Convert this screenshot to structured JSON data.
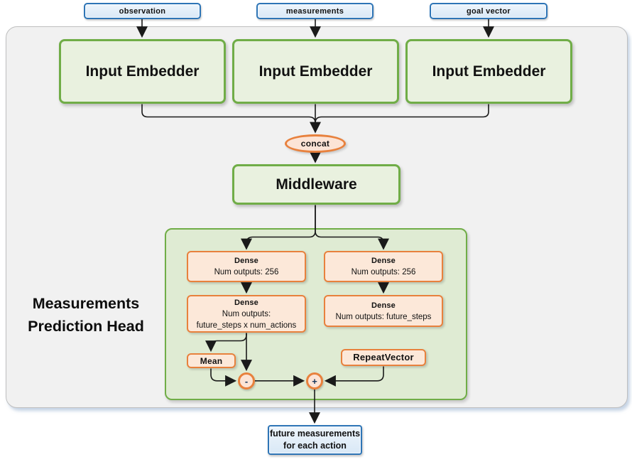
{
  "diagram": {
    "inputs": [
      {
        "label": "observation"
      },
      {
        "label": "measurements"
      },
      {
        "label": "goal vector"
      }
    ],
    "embedders": [
      {
        "label": "Input Embedder"
      },
      {
        "label": "Input Embedder"
      },
      {
        "label": "Input Embedder"
      }
    ],
    "concat": {
      "label": "concat"
    },
    "middleware": {
      "label": "Middleware"
    },
    "head": {
      "title_line1": "Measurements",
      "title_line2": "Prediction Head",
      "dense_action_1": {
        "line1": "Dense",
        "line2": "Num outputs: 256"
      },
      "dense_action_2": {
        "line1": "Dense",
        "line2": "Num outputs:",
        "line3": "future_steps x num_actions"
      },
      "dense_expect_1": {
        "line1": "Dense",
        "line2": "Num outputs: 256"
      },
      "dense_expect_2": {
        "line1": "Dense",
        "line2": "Num outputs: future_steps"
      },
      "mean": {
        "label": "Mean"
      },
      "repeat_vector": {
        "label": "RepeatVector"
      },
      "subtract": {
        "symbol": "-"
      },
      "add": {
        "symbol": "+"
      }
    },
    "output": {
      "line1": "future measurements",
      "line2": "for each action"
    }
  },
  "colors": {
    "blue_border": "#2E75B6",
    "blue_fill": "#DEEBF7",
    "green_border": "#70AD47",
    "green_fill": "#E9F1DF",
    "head_fill": "#DFEBD3",
    "orange_border": "#E8813D",
    "orange_fill": "#FCE8D9",
    "frame_fill": "#F1F1F1",
    "frame_border": "#BFBFBF",
    "wire": "#1A1A1A"
  }
}
